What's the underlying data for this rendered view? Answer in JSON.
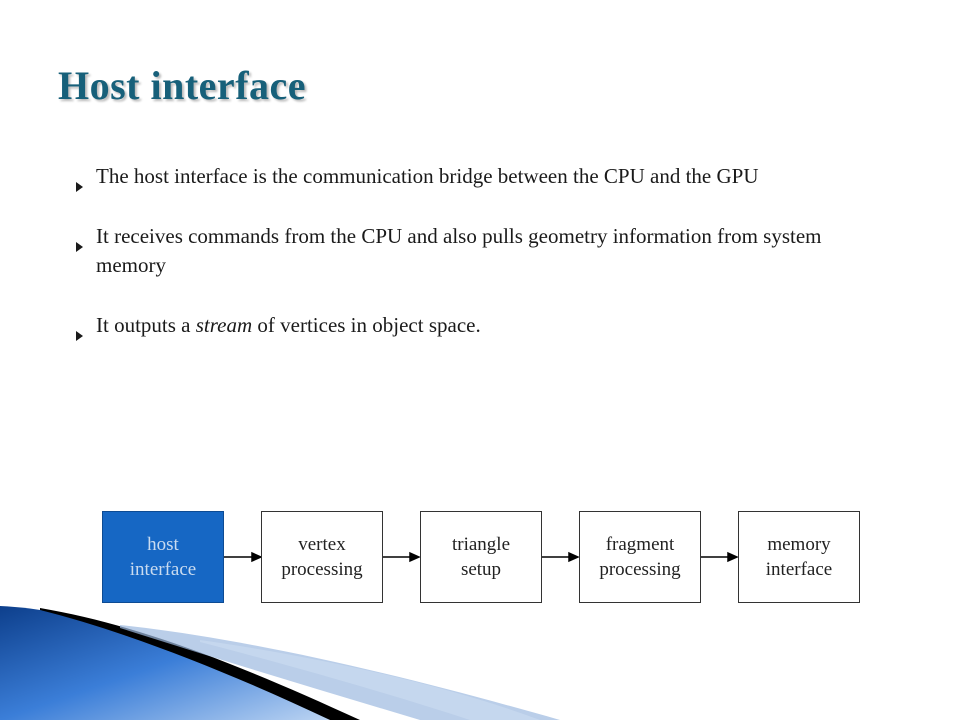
{
  "slide": {
    "title": "Host interface",
    "bullets": [
      {
        "text": "The host interface is the communication bridge between the CPU and the GPU"
      },
      {
        "text_before": "It receives commands from the CPU and also pulls geometry information from system memory"
      },
      {
        "text_before": "It outputs a ",
        "emphasis": "stream",
        "text_after": " of vertices in object space."
      }
    ]
  },
  "pipeline": {
    "stages": [
      {
        "label": "host\ninterface"
      },
      {
        "label": "vertex\nprocessing"
      },
      {
        "label": "triangle\nsetup"
      },
      {
        "label": "fragment\nprocessing"
      },
      {
        "label": "memory\ninterface"
      }
    ]
  },
  "colors": {
    "title": "#17607a",
    "active_stage": "#1667c4",
    "decor_blue": "#1d5fb5"
  },
  "icons": {
    "bullet": "triangle-right-icon"
  }
}
